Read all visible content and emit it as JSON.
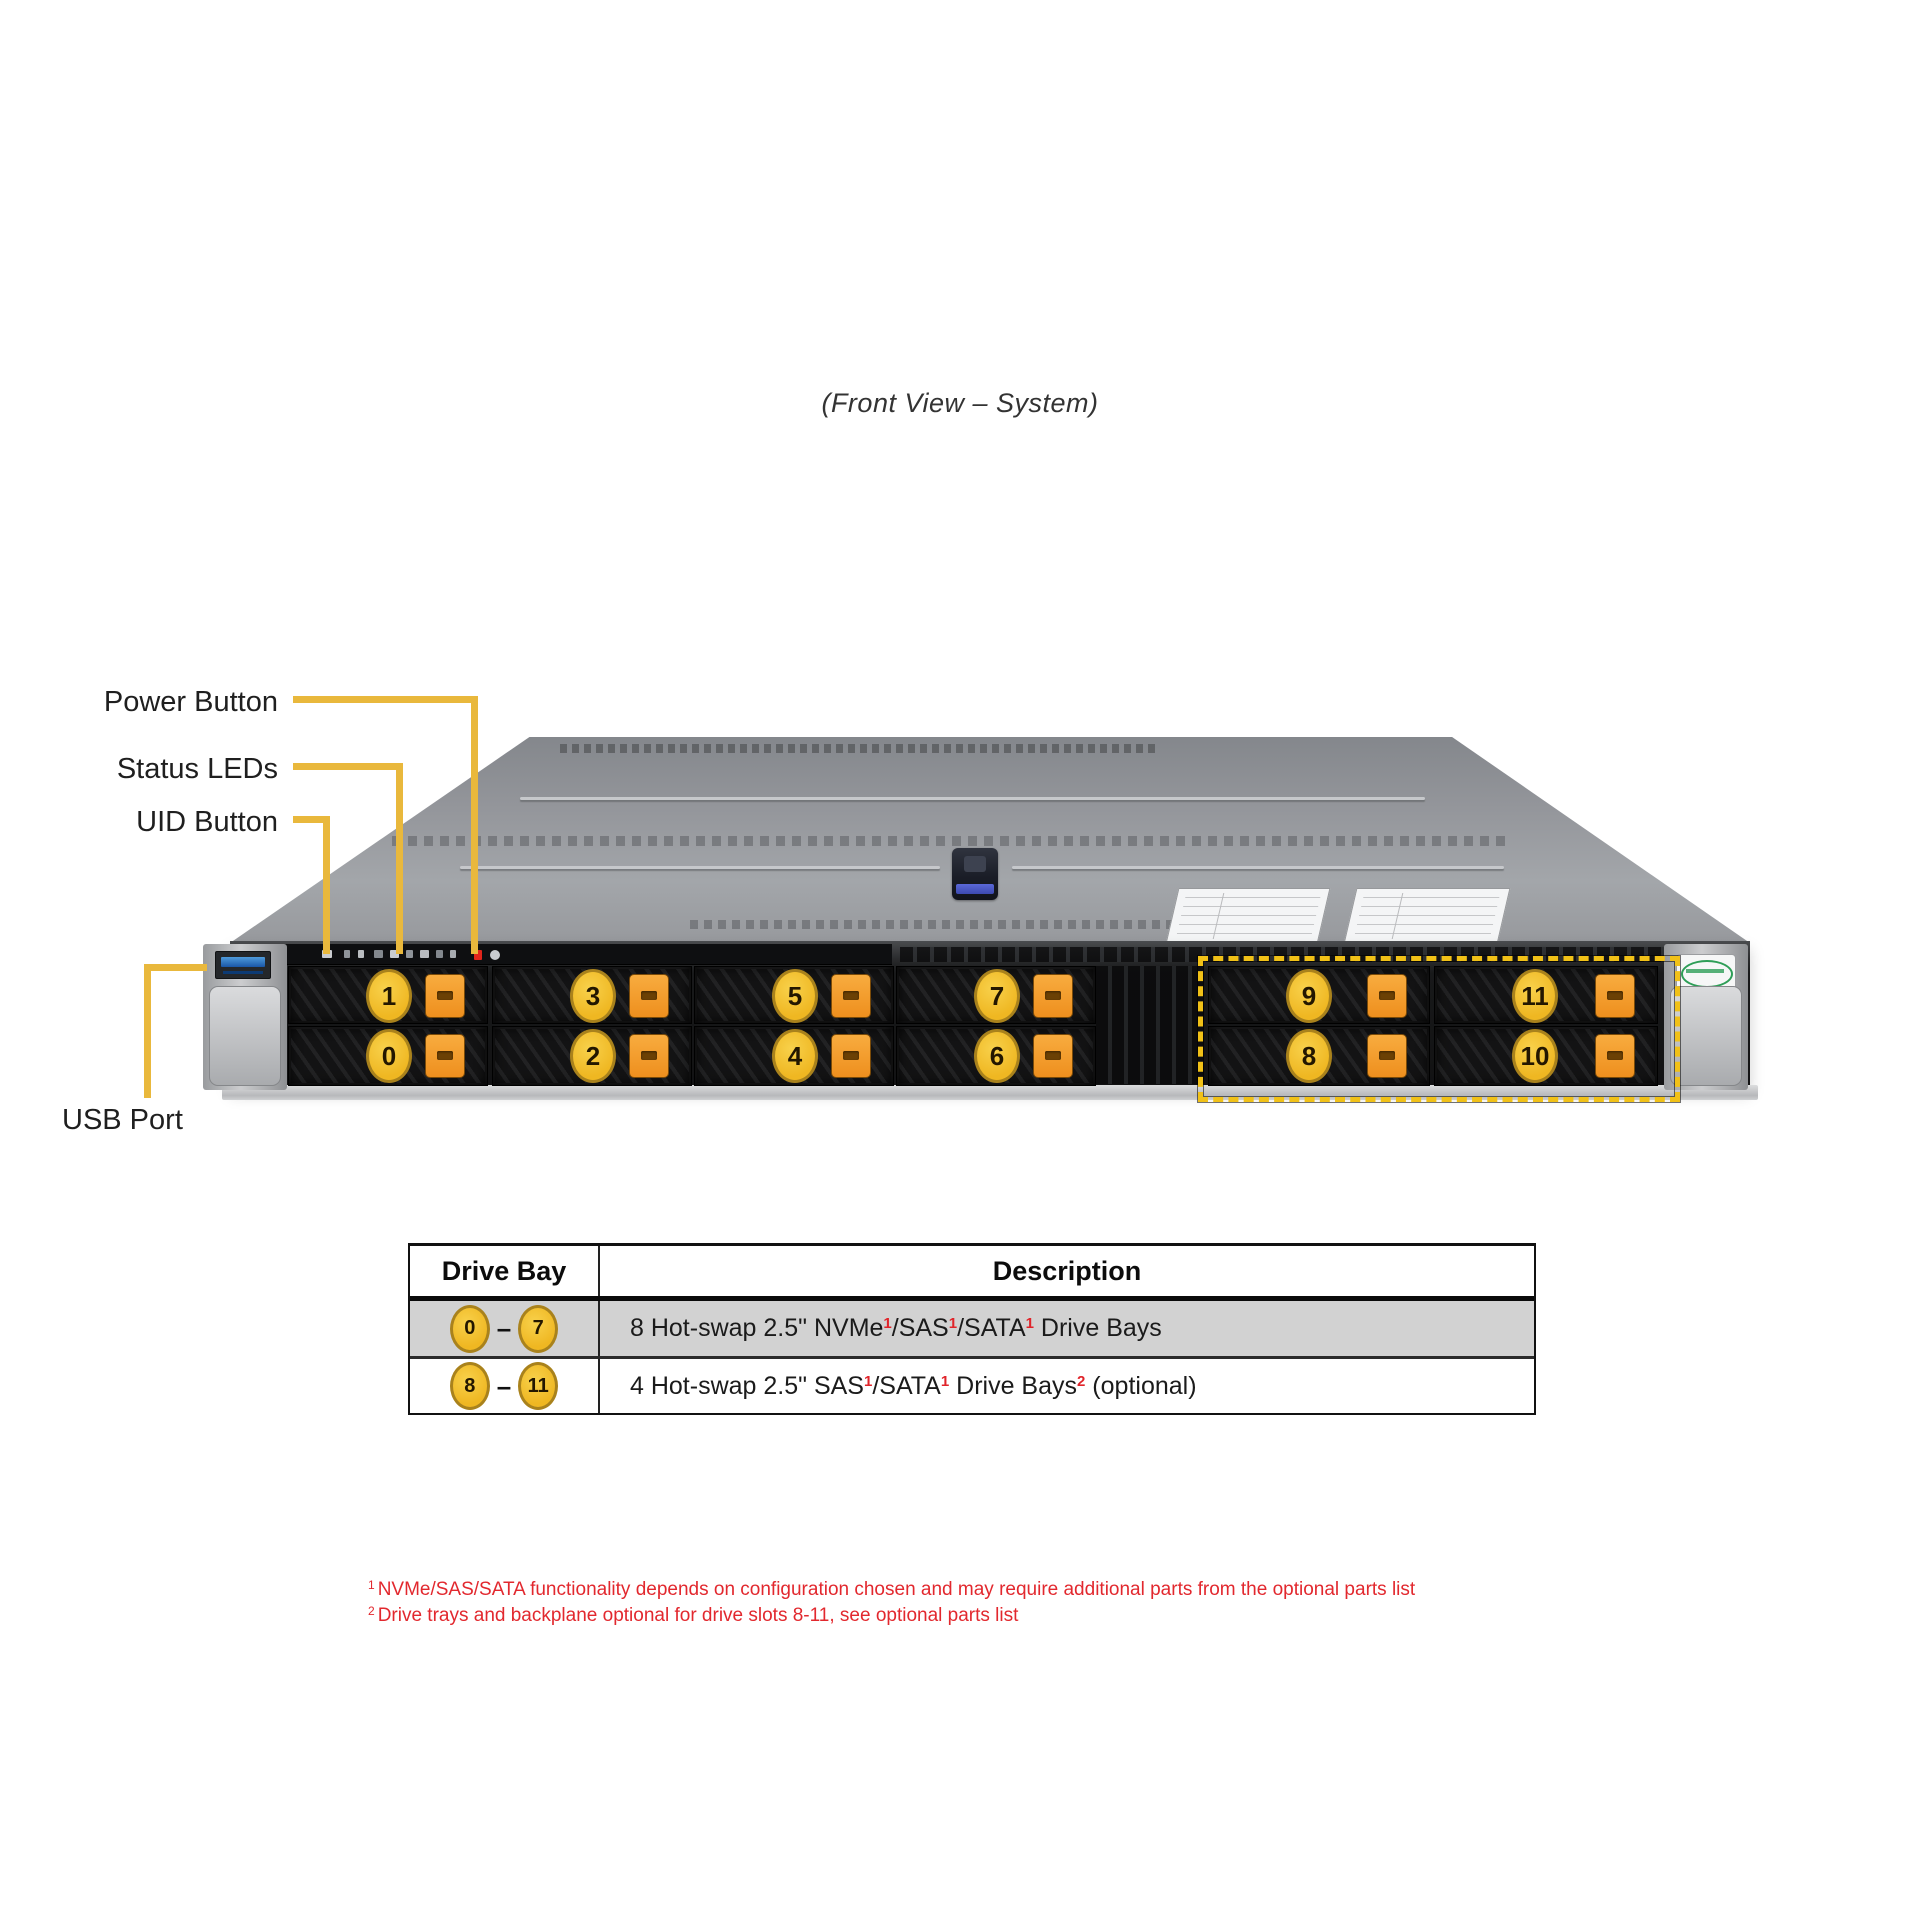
{
  "title": "(Front View – System)",
  "callouts": {
    "power": "Power Button",
    "status": "Status LEDs",
    "uid": "UID Button",
    "usb": "USB Port"
  },
  "drive_bays": {
    "top_row": [
      "1",
      "3",
      "5",
      "7",
      "9",
      "11"
    ],
    "bottom_row": [
      "0",
      "2",
      "4",
      "6",
      "8",
      "10"
    ],
    "optional_range": "8-11"
  },
  "table": {
    "headers": [
      "Drive Bay",
      "Description"
    ],
    "rows": [
      {
        "bay_from": "0",
        "bay_to": "7",
        "dash": "–",
        "seg": {
          "a": "8 Hot-swap 2.5\" NVMe",
          "s1": "1",
          "b": "/SAS",
          "s2": "1",
          "c": "/SATA",
          "s3": "1",
          "d": " Drive Bays"
        }
      },
      {
        "bay_from": "8",
        "bay_to": "11",
        "dash": "–",
        "seg": {
          "a": "4 Hot-swap 2.5\" SAS",
          "s1": "1",
          "b": "/SATA",
          "s2": "1",
          "c": " Drive Bays",
          "s3": "2",
          "d": " (optional)"
        }
      }
    ]
  },
  "footnotes": [
    {
      "sup": "1",
      "text": "NVMe/SAS/SATA functionality depends on configuration chosen and may require additional parts from the optional parts list"
    },
    {
      "sup": "2",
      "text": "Drive trays and backplane optional for drive slots 8-11, see optional parts list"
    }
  ],
  "colors": {
    "callout_line": "#E9B83C",
    "badge_fill": "#F3BE29",
    "badge_border": "#A9821C",
    "tray_button_orange": "#F59D2E",
    "optional_outline_gold": "#F1C117",
    "footnote_red": "#E2282E",
    "table_row_gray": "#D2D2D2",
    "usb_blue": "#1B6FD8",
    "logo_green": "#2E9E57",
    "power_led_red": "#E1251B"
  },
  "icons": {
    "usb": "usb3-port-icon",
    "logo": "supermicro-logo",
    "power_led": "power-led-icon",
    "uid_led": "uid-led-icon",
    "status_leds": "status-led-cluster-icon"
  }
}
